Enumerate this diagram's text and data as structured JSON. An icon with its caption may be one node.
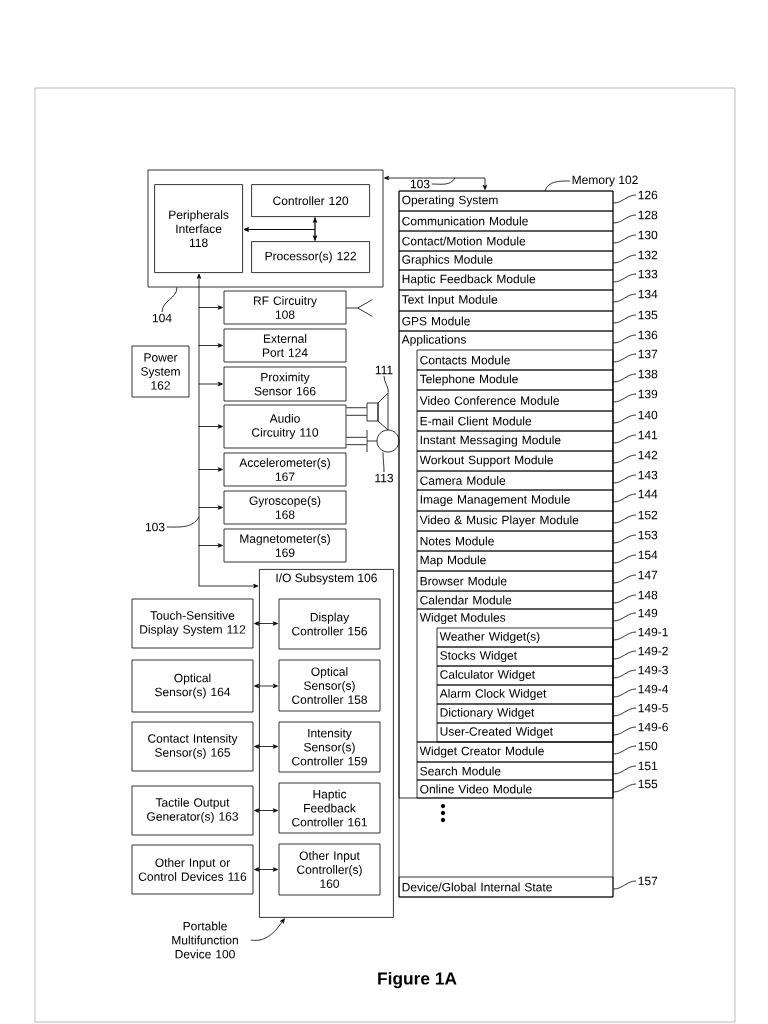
{
  "diagram": {
    "caption": "Figure 1A",
    "nodes": [
      {
        "text": [],
        "shape": "box"
      },
      {
        "text": [
          "Peripherals Interface 118"
        ],
        "in": 0
      },
      {
        "text": [
          "Controller 120"
        ],
        "in": 0
      },
      {
        "text": [
          "Processor(s) 122"
        ],
        "in": 0
      },
      {
        "text": [
          "RF Circuitry 108"
        ]
      },
      {
        "text": [
          "External Port 124"
        ]
      },
      {
        "text": [
          "Proximity Sensor 166"
        ]
      },
      {
        "text": [
          "Audio Circuitry 110"
        ]
      },
      {
        "text": [
          "Accelerometer(s) 167"
        ]
      },
      {
        "text": [
          "Gyroscope(s) 168"
        ]
      },
      {
        "text": [
          "Magnetometer(s) 169"
        ]
      },
      {
        "text": [
          "Power System 162"
        ]
      },
      {
        "text": [],
        "shape": "antenna"
      },
      {
        "text": [],
        "shape": "speaker"
      },
      {
        "text": [],
        "shape": "microphone"
      },
      {
        "text": [
          "I/O Subsystem 106"
        ]
      },
      {
        "text": [
          "Display Controller 156"
        ],
        "in": 15
      },
      {
        "text": [
          "Optical Sensor(s) Controller 158"
        ],
        "in": 15
      },
      {
        "text": [
          "Intensity Sensor(s) Controller 159"
        ],
        "in": 15
      },
      {
        "text": [
          "Haptic Feedback Controller 161"
        ],
        "in": 15
      },
      {
        "text": [
          "Other Input Controller(s) 160"
        ],
        "in": 15
      },
      {
        "text": [
          "Touch-Sensitive Display System 112"
        ]
      },
      {
        "text": [
          "Optical Sensor(s) 164"
        ]
      },
      {
        "text": [
          "Contact Intensity Sensor(s) 165"
        ]
      },
      {
        "text": [
          "Tactile Output Generator(s) 163"
        ]
      },
      {
        "text": [
          "Other Input or Control Devices 116"
        ]
      },
      {
        "text": [
          "Portable Multifunction Device 100"
        ]
      },
      {
        "text": [],
        "shape": "box"
      },
      {
        "text": [
          "Operating System"
        ],
        "in": 27
      },
      {
        "text": [
          "Communication Module"
        ],
        "in": 27
      },
      {
        "text": [
          "Contact/Motion Module"
        ],
        "in": 27
      },
      {
        "text": [
          "Graphics Module"
        ],
        "in": 27
      },
      {
        "text": [
          "Haptic Feedback Module"
        ],
        "in": 27
      },
      {
        "text": [
          "Text Input Module"
        ],
        "in": 27
      },
      {
        "text": [
          "GPS Module"
        ],
        "in": 27
      },
      {
        "text": [
          "Applications"
        ],
        "in": 27
      },
      {
        "text": [
          "Contacts Module"
        ],
        "in": 35
      },
      {
        "text": [
          "Telephone Module"
        ],
        "in": 35
      },
      {
        "text": [
          "Video Conference Module"
        ],
        "in": 35
      },
      {
        "text": [
          "E-mail Client Module"
        ],
        "in": 35
      },
      {
        "text": [
          "Instant Messaging Module"
        ],
        "in": 35
      },
      {
        "text": [
          "Workout Support Module"
        ],
        "in": 35
      },
      {
        "text": [
          "Camera Module"
        ],
        "in": 35
      },
      {
        "text": [
          "Image Management Module"
        ],
        "in": 35
      },
      {
        "text": [
          "Video & Music Player Module"
        ],
        "in": 35
      },
      {
        "text": [
          "Notes Module"
        ],
        "in": 35
      },
      {
        "text": [
          "Map Module"
        ],
        "in": 35
      },
      {
        "text": [
          "Browser Module"
        ],
        "in": 35
      },
      {
        "text": [
          "Calendar Module"
        ],
        "in": 35
      },
      {
        "text": [
          "Widget Modules"
        ],
        "in": 35
      },
      {
        "text": [
          "Weather Widget(s)"
        ],
        "in": 49
      },
      {
        "text": [
          "Stocks Widget"
        ],
        "in": 49
      },
      {
        "text": [
          "Calculator Widget"
        ],
        "in": 49
      },
      {
        "text": [
          "Alarm Clock Widget"
        ],
        "in": 49
      },
      {
        "text": [
          "Dictionary Widget"
        ],
        "in": 49
      },
      {
        "text": [
          "User-Created Widget"
        ],
        "in": 49
      },
      {
        "text": [
          "Widget Creator Module"
        ],
        "in": 35
      },
      {
        "text": [
          "Search Module"
        ],
        "in": 35
      },
      {
        "text": [
          "Online Video Module"
        ],
        "in": 35
      },
      {
        "text": [
          "Device/Global Internal State"
        ],
        "in": 27
      },
      {
        "text": [
          "Memory 102"
        ]
      },
      {
        "text": [
          "104"
        ]
      },
      {
        "text": [
          "103"
        ]
      },
      {
        "text": [
          "103"
        ]
      },
      {
        "text": [
          "111"
        ]
      },
      {
        "text": [
          "113"
        ]
      },
      {
        "text": [
          "126"
        ]
      },
      {
        "text": [
          "128"
        ]
      },
      {
        "text": [
          "130"
        ]
      },
      {
        "text": [
          "132"
        ]
      },
      {
        "text": [
          "133"
        ]
      },
      {
        "text": [
          "134"
        ]
      },
      {
        "text": [
          "135"
        ]
      },
      {
        "text": [
          "136"
        ]
      },
      {
        "text": [
          "137"
        ]
      },
      {
        "text": [
          "138"
        ]
      },
      {
        "text": [
          "139"
        ]
      },
      {
        "text": [
          "140"
        ]
      },
      {
        "text": [
          "141"
        ]
      },
      {
        "text": [
          "142"
        ]
      },
      {
        "text": [
          "143"
        ]
      },
      {
        "text": [
          "144"
        ]
      },
      {
        "text": [
          "152"
        ]
      },
      {
        "text": [
          "153"
        ]
      },
      {
        "text": [
          "154"
        ]
      },
      {
        "text": [
          "147"
        ]
      },
      {
        "text": [
          "148"
        ]
      },
      {
        "text": [
          "149"
        ]
      },
      {
        "text": [
          "149-1"
        ]
      },
      {
        "text": [
          "149-2"
        ]
      },
      {
        "text": [
          "149-3"
        ]
      },
      {
        "text": [
          "149-4"
        ]
      },
      {
        "text": [
          "149-5"
        ]
      },
      {
        "text": [
          "149-6"
        ]
      },
      {
        "text": [
          "150"
        ]
      },
      {
        "text": [
          "151"
        ]
      },
      {
        "text": [
          "155"
        ]
      },
      {
        "text": [
          "157"
        ]
      }
    ],
    "edges": [
      {
        "from": 1,
        "to": 4,
        "arrow": "both"
      },
      {
        "from": 1,
        "to": 5,
        "arrow": "both"
      },
      {
        "from": 1,
        "to": 6,
        "arrow": "both"
      },
      {
        "from": 1,
        "to": 7,
        "arrow": "both"
      },
      {
        "from": 1,
        "to": 8,
        "arrow": "both"
      },
      {
        "from": 1,
        "to": 9,
        "arrow": "both"
      },
      {
        "from": 1,
        "to": 10,
        "arrow": "both"
      },
      {
        "from": 1,
        "to": 15,
        "arrow": "both"
      },
      {
        "from": 2,
        "to": 3,
        "arrow": "both"
      },
      {
        "from": 2,
        "to": 1,
        "arrow": "to"
      },
      {
        "from": 3,
        "to": 1,
        "arrow": "to"
      },
      {
        "from": 0,
        "to": 27,
        "arrow": "both"
      },
      {
        "from": 4,
        "to": 12,
        "arrow": "none"
      },
      {
        "from": 7,
        "to": 13,
        "arrow": "none",
        "style": "thick"
      },
      {
        "from": 7,
        "to": 14,
        "arrow": "none",
        "style": "thick"
      },
      {
        "from": 21,
        "to": 16,
        "arrow": "both"
      },
      {
        "from": 22,
        "to": 17,
        "arrow": "both"
      },
      {
        "from": 23,
        "to": 18,
        "arrow": "both"
      },
      {
        "from": 24,
        "to": 19,
        "arrow": "both"
      },
      {
        "from": 25,
        "to": 20,
        "arrow": "both"
      },
      {
        "from": 26,
        "to": 15,
        "arrow": "to"
      },
      {
        "from": 60,
        "to": 27,
        "arrow": "none"
      },
      {
        "from": 61,
        "to": 0,
        "arrow": "none"
      },
      {
        "from": 62,
        "to": null,
        "arrow": "none"
      },
      {
        "from": 63,
        "to": null,
        "arrow": "none"
      },
      {
        "from": 64,
        "to": 13,
        "arrow": "none"
      },
      {
        "from": 65,
        "to": 14,
        "arrow": "none"
      },
      {
        "from": 66,
        "to": 28,
        "arrow": "none"
      },
      {
        "from": 67,
        "to": 29,
        "arrow": "none"
      },
      {
        "from": 68,
        "to": 30,
        "arrow": "none"
      },
      {
        "from": 69,
        "to": 31,
        "arrow": "none"
      },
      {
        "from": 70,
        "to": 32,
        "arrow": "none"
      },
      {
        "from": 71,
        "to": 33,
        "arrow": "none"
      },
      {
        "from": 72,
        "to": 34,
        "arrow": "none"
      },
      {
        "from": 73,
        "to": 35,
        "arrow": "none"
      },
      {
        "from": 74,
        "to": 36,
        "arrow": "none"
      },
      {
        "from": 75,
        "to": 37,
        "arrow": "none"
      },
      {
        "from": 76,
        "to": 38,
        "arrow": "none"
      },
      {
        "from": 77,
        "to": 39,
        "arrow": "none"
      },
      {
        "from": 78,
        "to": 40,
        "arrow": "none"
      },
      {
        "from": 79,
        "to": 41,
        "arrow": "none"
      },
      {
        "from": 80,
        "to": 42,
        "arrow": "none"
      },
      {
        "from": 81,
        "to": 43,
        "arrow": "none"
      },
      {
        "from": 82,
        "to": 44,
        "arrow": "none"
      },
      {
        "from": 83,
        "to": 45,
        "arrow": "none"
      },
      {
        "from": 84,
        "to": 46,
        "arrow": "none"
      },
      {
        "from": 85,
        "to": 47,
        "arrow": "none"
      },
      {
        "from": 86,
        "to": 48,
        "arrow": "none"
      },
      {
        "from": 87,
        "to": 49,
        "arrow": "none"
      },
      {
        "from": 88,
        "to": 50,
        "arrow": "none"
      },
      {
        "from": 89,
        "to": 51,
        "arrow": "none"
      },
      {
        "from": 90,
        "to": 52,
        "arrow": "none"
      },
      {
        "from": 91,
        "to": 53,
        "arrow": "none"
      },
      {
        "from": 92,
        "to": 54,
        "arrow": "none"
      },
      {
        "from": 93,
        "to": 55,
        "arrow": "none"
      },
      {
        "from": 94,
        "to": 56,
        "arrow": "none"
      },
      {
        "from": 95,
        "to": 57,
        "arrow": "none"
      },
      {
        "from": 96,
        "to": 58,
        "arrow": "none"
      },
      {
        "from": 97,
        "to": 59,
        "arrow": "none"
      }
    ]
  }
}
